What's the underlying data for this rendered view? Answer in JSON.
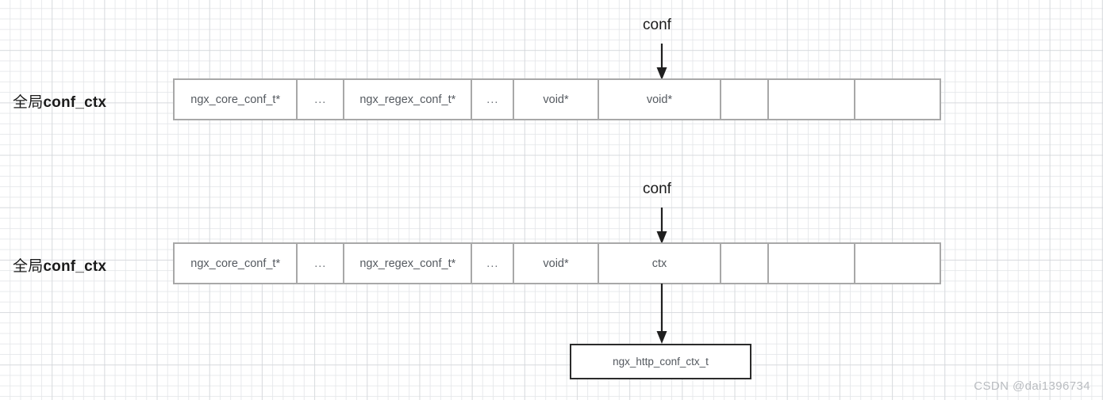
{
  "diagram": {
    "rows": [
      {
        "label_cjk": "全局",
        "label_ascii": "conf_ctx",
        "pointer_label": "conf",
        "cells": [
          {
            "text": "ngx_core_conf_t*",
            "width": 156
          },
          {
            "text": "...",
            "width": 59
          },
          {
            "text": "ngx_regex_conf_t*",
            "width": 162
          },
          {
            "text": "...",
            "width": 53
          },
          {
            "text": "void*",
            "width": 107
          },
          {
            "text": "void*",
            "width": 155
          },
          {
            "text": "",
            "width": 60
          },
          {
            "text": "",
            "width": 110
          },
          {
            "text": "",
            "width": 106
          }
        ]
      },
      {
        "label_cjk": "全局",
        "label_ascii": "conf_ctx",
        "pointer_label": "conf",
        "cells": [
          {
            "text": "ngx_core_conf_t*",
            "width": 156
          },
          {
            "text": "...",
            "width": 59
          },
          {
            "text": "ngx_regex_conf_t*",
            "width": 162
          },
          {
            "text": "...",
            "width": 53
          },
          {
            "text": "void*",
            "width": 107
          },
          {
            "text": "ctx",
            "width": 155
          },
          {
            "text": "",
            "width": 60
          },
          {
            "text": "",
            "width": 110
          },
          {
            "text": "",
            "width": 106
          }
        ]
      }
    ],
    "target_box": {
      "text": "ngx_http_conf_ctx_t"
    },
    "colors": {
      "table_border": "#a8a8a8",
      "target_box_border": "#2b2b2b",
      "arrow": "#1f1f1f",
      "grid_minor": "#e4e6e9",
      "grid_major": "#cdd0d4",
      "cell_text": "#555a60",
      "label_text": "#1a1a1a",
      "watermark": "#b9bcc0"
    }
  },
  "watermark": {
    "text": "CSDN @dai1396734"
  }
}
